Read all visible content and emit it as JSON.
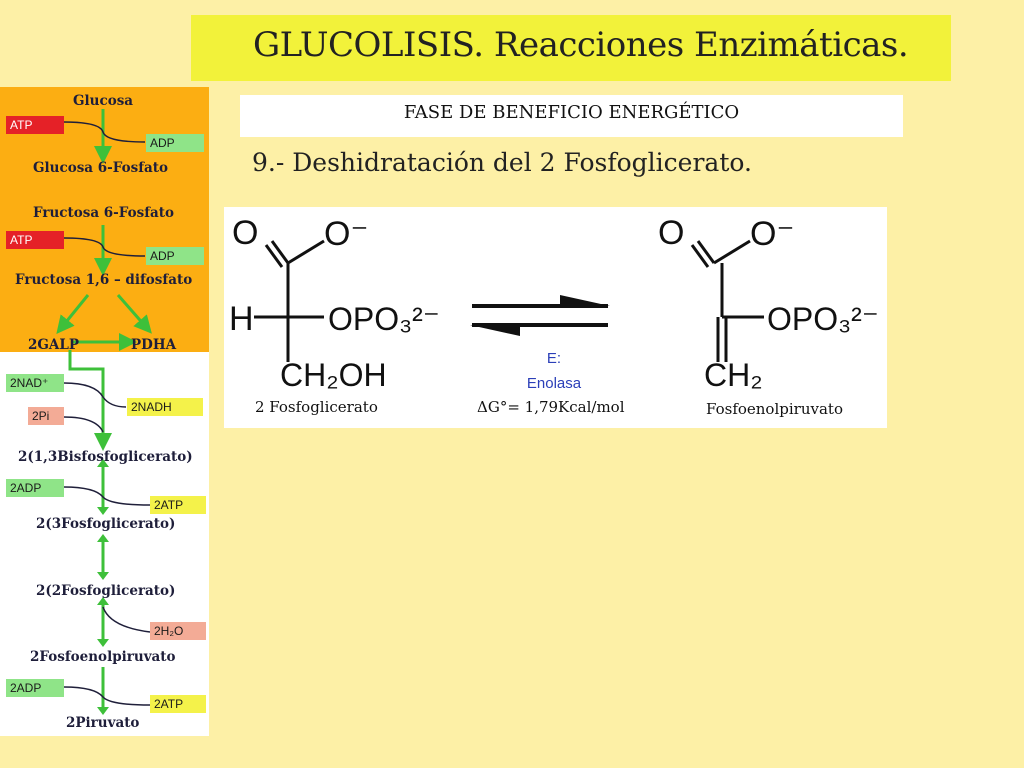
{
  "title": "GLUCOLISIS. Reacciones Enzimáticas.",
  "phase": "FASE DE BENEFICIO ENERGÉTICO",
  "step": "9.- Deshidratación del 2 Fosfoglicerato.",
  "pathway": {
    "metabolites": {
      "glucosa": "Glucosa",
      "g6p": "Glucosa 6-Fosfato",
      "f6p": "Fructosa 6-Fosfato",
      "f16": "Fructosa 1,6 – difosfato",
      "galp": "2GALP",
      "pdha": "PDHA",
      "bpg": "2(1,3Bisfosfoglicerato)",
      "pg3": "2(3Fosfoglicerato)",
      "pg2": "2(2Fosfoglicerato)",
      "pep": "2Fosfoenolpiruvato",
      "pyr": "2Piruvato"
    },
    "cofactors": {
      "atp1": "ATP",
      "adp1": "ADP",
      "atp2": "ATP",
      "adp2": "ADP",
      "nad": "2NAD⁺",
      "pi": "2Pi",
      "nadh": "2NADH",
      "adp3": "2ADP",
      "atp3": "2ATP",
      "h2o": "2H₂O",
      "adp4": "2ADP",
      "atp4": "2ATP"
    }
  },
  "reaction": {
    "substrate_name": "2 Fosfoglicerato",
    "product_name": "Fosfoenolpiruvato",
    "enzyme_prefix": "E:",
    "enzyme": "Enolasa",
    "energy": "ΔG°= 1,79Kcal/mol",
    "sub_top": "O",
    "sub_topneg": "O⁻",
    "sub_h": "H",
    "sub_opo3": "OPO₃²⁻",
    "sub_ch2oh": "CH₂OH",
    "prod_top": "O",
    "prod_topneg": "O⁻",
    "prod_opo3": "OPO₃²⁻",
    "prod_ch2": "CH₂"
  }
}
